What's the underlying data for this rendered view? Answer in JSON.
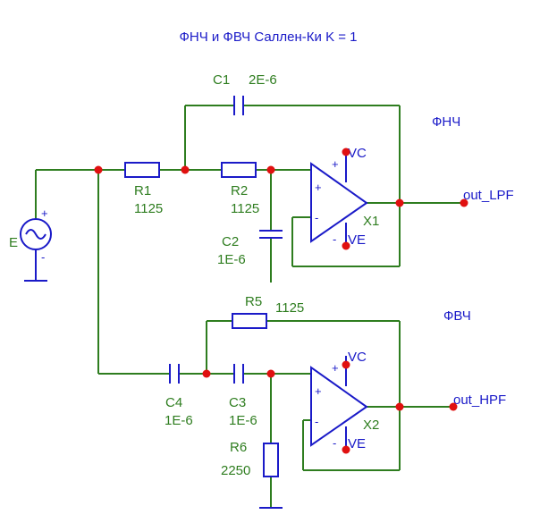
{
  "title": "ФНЧ и ФВЧ Саллен-Ки K = 1",
  "sections": {
    "lpf_label": "ФНЧ",
    "hpf_label": "ФВЧ"
  },
  "source": {
    "name": "E",
    "plus": "+",
    "minus": "-"
  },
  "components": {
    "C1": {
      "name": "C1",
      "value": "2E-6"
    },
    "R1": {
      "name": "R1",
      "value": "1125"
    },
    "R2": {
      "name": "R2",
      "value": "1125"
    },
    "C2": {
      "name": "C2",
      "value": "1E-6"
    },
    "R5": {
      "name": "R5",
      "value": "1125"
    },
    "C4": {
      "name": "C4",
      "value": "1E-6"
    },
    "C3": {
      "name": "C3",
      "value": "1E-6"
    },
    "R6": {
      "name": "R6",
      "value": "2250"
    }
  },
  "opamps": {
    "X1": {
      "name": "X1",
      "vc": "VC",
      "ve": "VE",
      "plus_in": "+",
      "minus_in": "-",
      "plus_sup": "+",
      "minus_sup": "-"
    },
    "X2": {
      "name": "X2",
      "vc": "VC",
      "ve": "VE",
      "plus_in": "+",
      "minus_in": "-",
      "plus_sup": "+",
      "minus_sup": "-"
    }
  },
  "outputs": {
    "lpf": "out_LPF",
    "hpf": "out_HPF"
  }
}
